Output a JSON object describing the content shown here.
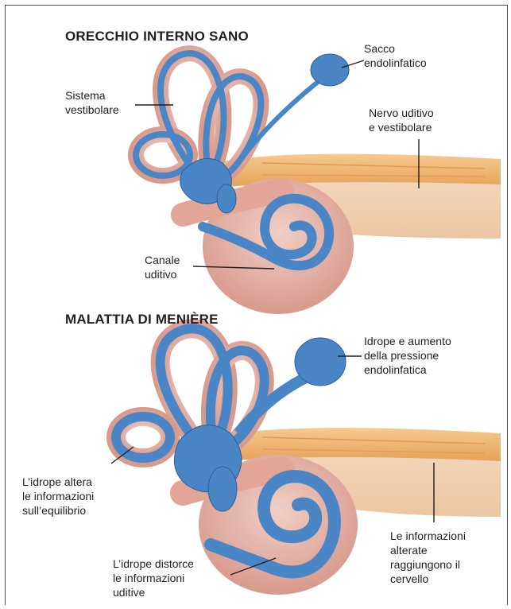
{
  "healthy": {
    "title": "ORECCHIO INTERNO SANO",
    "labels": {
      "endolymphatic_sac": "Sacco\nendolinfatico",
      "vestibular_system": "Sistema\nvestibolare",
      "auditory_nerve": "Nervo uditivo\ne vestibolare",
      "auditory_canal": "Canale\nuditivo"
    }
  },
  "menieres": {
    "title": "MALATTIA DI MENIÈRE",
    "labels": {
      "hydrops_pressure": "Idrope e aumento\ndella pressione\nendolinfatica",
      "balance_info": "L’idrope altera\nle informazioni\nsull’equilibrio",
      "altered_info": "Le informazioni\nalterate\nraggiungono il\ncervello",
      "hearing_info": "L’idrope distorce\nle informazioni\nuditive"
    }
  },
  "colors": {
    "labyrinth_blue": "#4a86c5",
    "labyrinth_dark": "#2f5f9a",
    "tissue_pink": "#e5b3a8",
    "nerve_orange": "#f1b574",
    "leader_line": "#231f20"
  }
}
